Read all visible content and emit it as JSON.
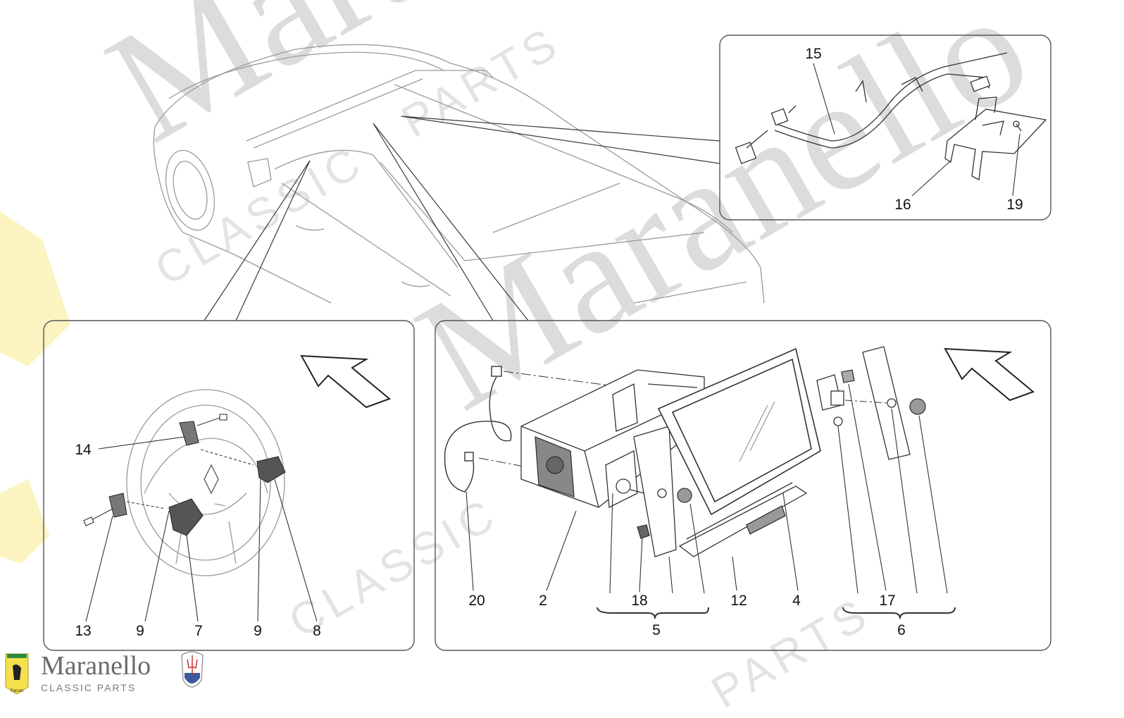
{
  "watermark": {
    "big_word": "Maranello",
    "classic": "CLASSIC",
    "parts": "PARTS"
  },
  "brand": {
    "name": "Maranello",
    "subtitle": "CLASSIC PARTS",
    "shield_text": "Ferrari"
  },
  "colors": {
    "line": "#3a3a3a",
    "light_line": "#9a9a9a",
    "panel_border": "#555555",
    "watermark": "#dcdcdc",
    "ferrari_yellow": "#f4e04d",
    "maserati_blue": "#3a5a9a"
  },
  "callouts": {
    "top_panel": [
      "15",
      "16",
      "19"
    ],
    "left_panel": [
      "14",
      "13",
      "9",
      "7",
      "9",
      "8"
    ],
    "right_panel": [
      "20",
      "2",
      "18",
      "5",
      "12",
      "4",
      "17",
      "6"
    ]
  }
}
